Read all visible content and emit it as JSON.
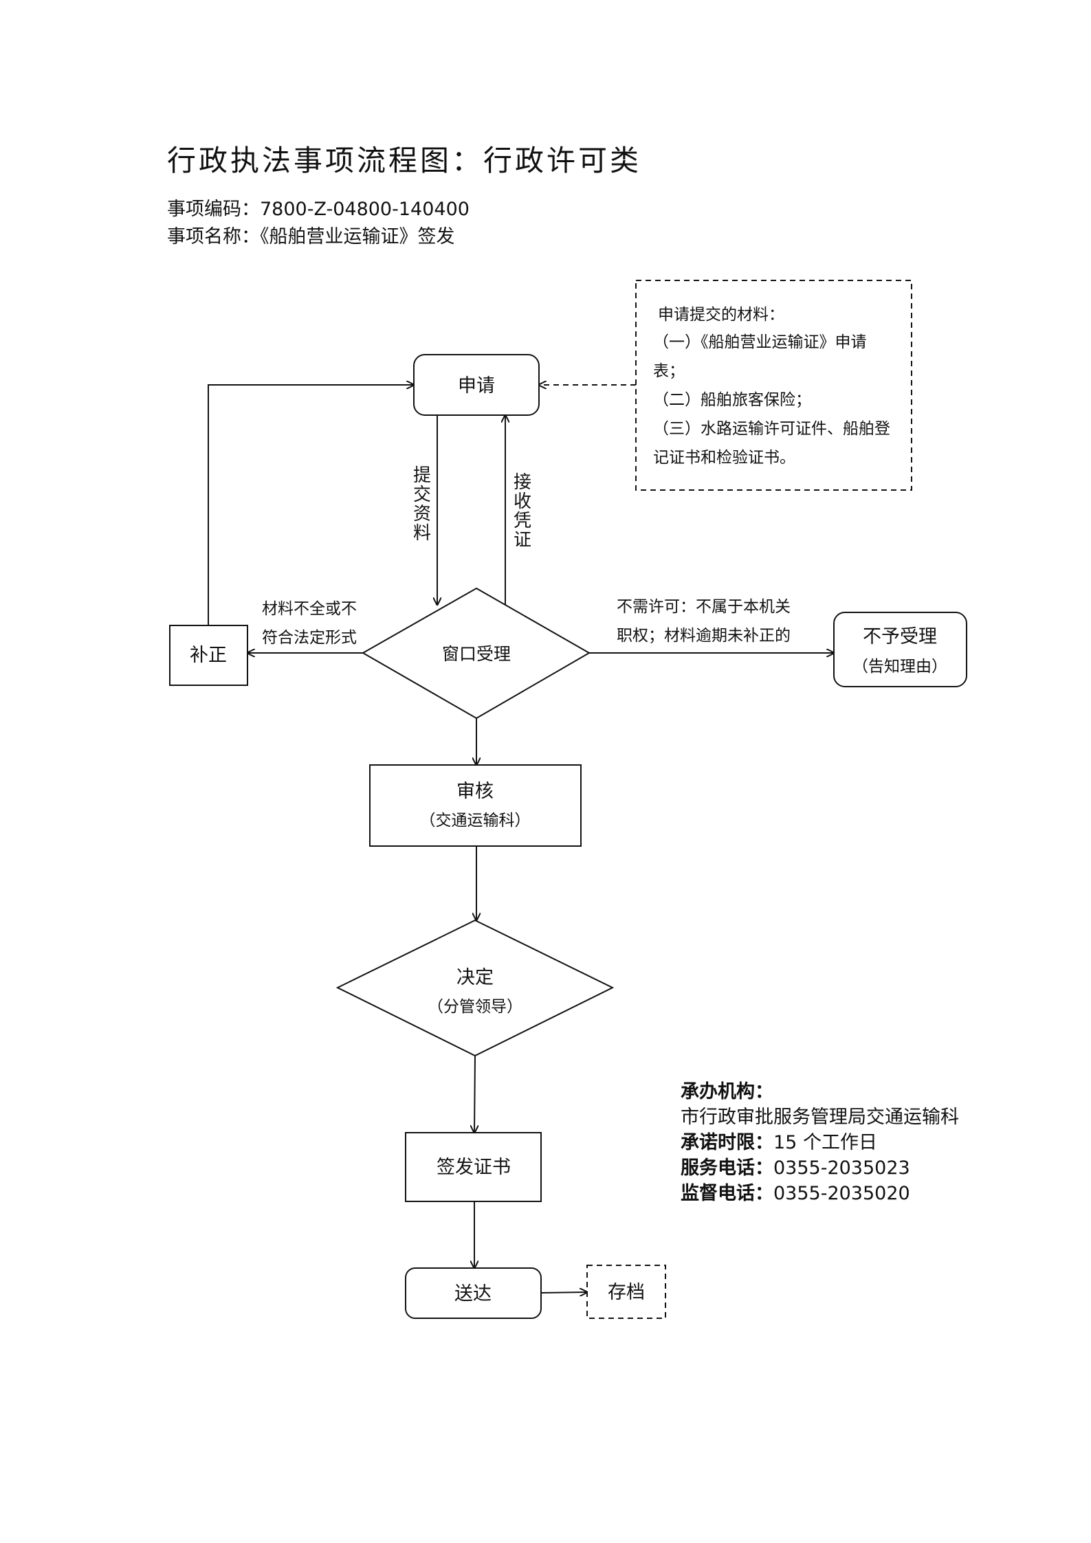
{
  "header": {
    "title": "行政执法事项流程图：行政许可类",
    "code_line": "事项编码：7800-Z-04800-140400",
    "name_line": "事项名称：《船舶营业运输证》签发"
  },
  "materials": {
    "heading": "申请提交的材料：",
    "lines": [
      "（一）《船舶营业运输证》申请",
      "表；",
      "（二）船舶旅客保险；",
      "（三）水路运输许可证件、船舶登",
      "记证书和检验证书。"
    ]
  },
  "nodes": {
    "apply": "申请",
    "window": "窗口受理",
    "supplement": "补正",
    "reject": "不予受理",
    "reject_sub": "（告知理由）",
    "review": "审核",
    "review_sub": "（交通运输科）",
    "decide": "决定",
    "decide_sub": "（分管领导）",
    "issue": "签发证书",
    "deliver": "送达",
    "archive": "存档"
  },
  "edges": {
    "submit": [
      "提",
      "交",
      "资",
      "料"
    ],
    "receive": [
      "接",
      "收",
      "凭",
      "证"
    ],
    "incomplete_1": "材料不全或不",
    "incomplete_2": "符合法定形式",
    "no_permit_1": "不需许可：不属于本机关",
    "no_permit_2": "职权；材料逾期未补正的"
  },
  "office": {
    "org_label": "承办机构：",
    "org_value": "市行政审批服务管理局交通运输科",
    "limit_label": "承诺时限：",
    "limit_value": "15 个工作日",
    "service_label": "服务电话：",
    "service_value": "0355-2035023",
    "supervise_label": "监督电话：",
    "supervise_value": "0355-2035020"
  }
}
